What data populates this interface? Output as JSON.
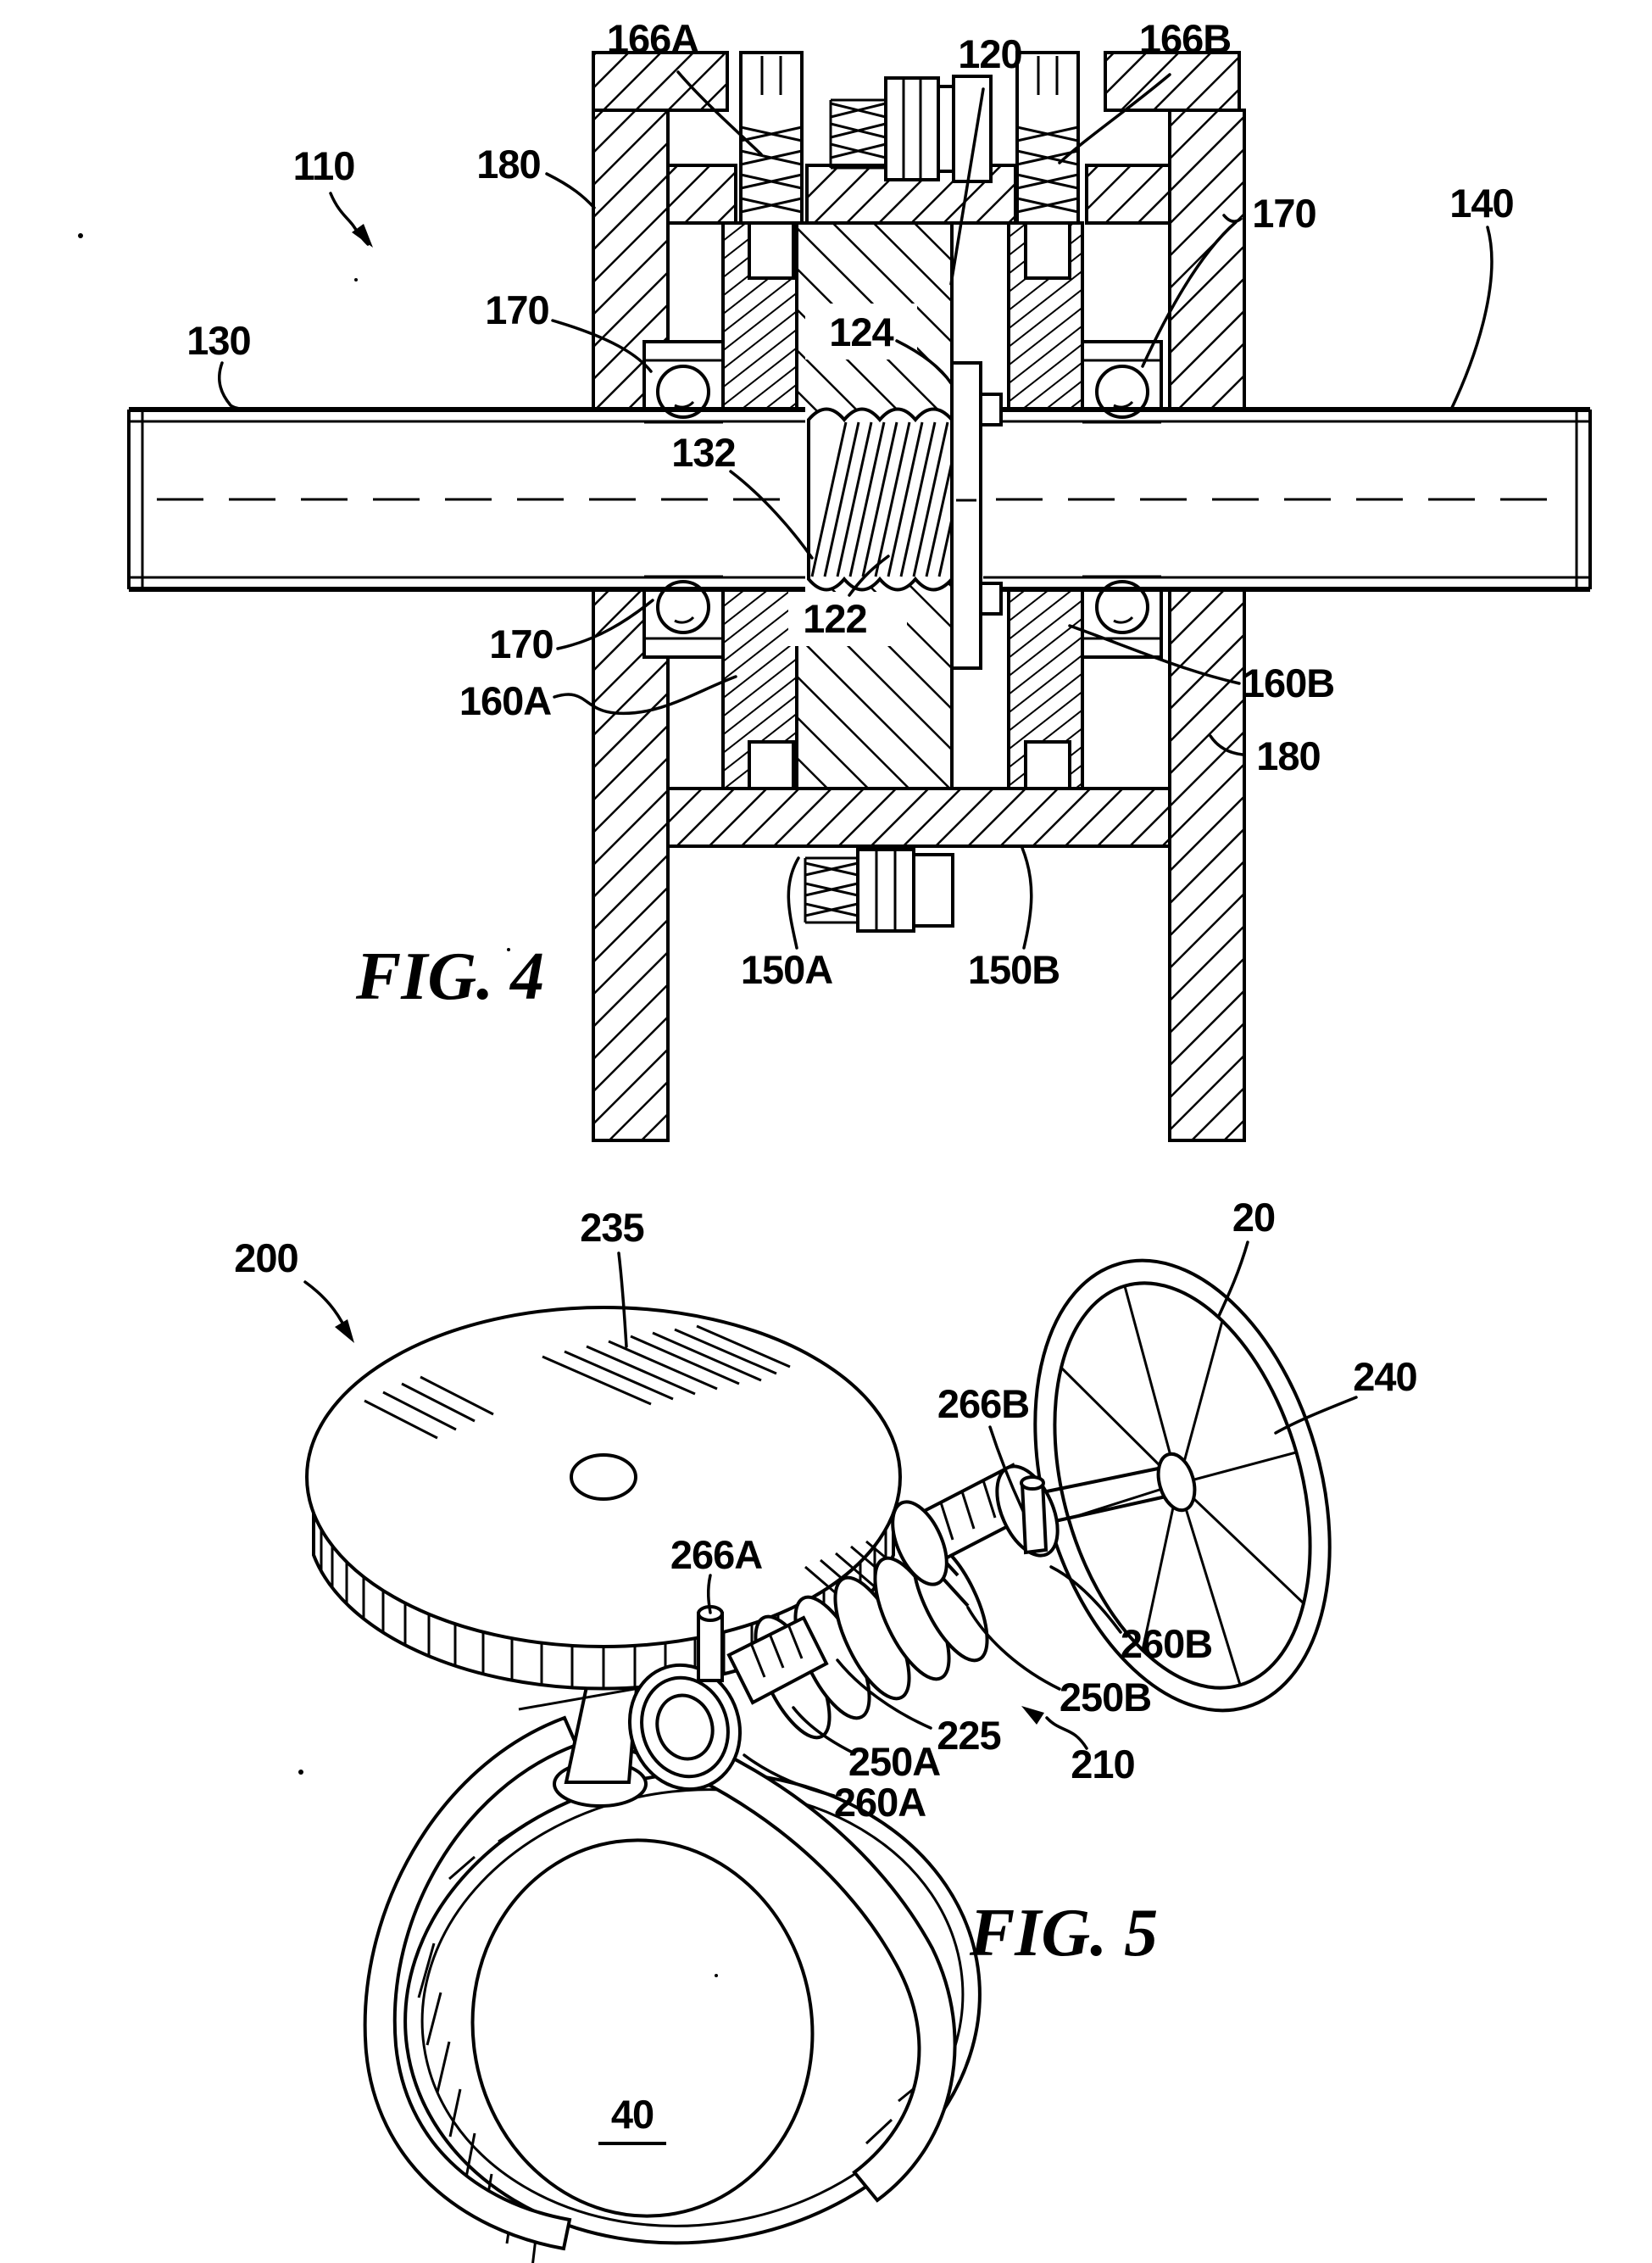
{
  "page": {
    "background": "#ffffff",
    "ink": "#000000"
  },
  "figure4": {
    "caption": "FIG. 4",
    "labels": [
      {
        "id": "166A",
        "text": "166A"
      },
      {
        "id": "120",
        "text": "120"
      },
      {
        "id": "166B",
        "text": "166B"
      },
      {
        "id": "110",
        "text": "110"
      },
      {
        "id": "180-left",
        "text": "180"
      },
      {
        "id": "170-upper-left",
        "text": "170"
      },
      {
        "id": "124",
        "text": "124"
      },
      {
        "id": "130",
        "text": "130"
      },
      {
        "id": "140",
        "text": "140"
      },
      {
        "id": "170-upper-right",
        "text": "170"
      },
      {
        "id": "132",
        "text": "132"
      },
      {
        "id": "122",
        "text": "122"
      },
      {
        "id": "170-lower-left",
        "text": "170"
      },
      {
        "id": "160A",
        "text": "160A"
      },
      {
        "id": "160B",
        "text": "160B"
      },
      {
        "id": "180-right",
        "text": "180"
      },
      {
        "id": "150A",
        "text": "150A"
      },
      {
        "id": "150B",
        "text": "150B"
      }
    ]
  },
  "figure5": {
    "caption": "FIG. 5",
    "labels": [
      {
        "id": "200",
        "text": "200"
      },
      {
        "id": "235",
        "text": "235"
      },
      {
        "id": "20",
        "text": "20"
      },
      {
        "id": "266B",
        "text": "266B"
      },
      {
        "id": "240",
        "text": "240"
      },
      {
        "id": "266A",
        "text": "266A"
      },
      {
        "id": "260B",
        "text": "260B"
      },
      {
        "id": "250B",
        "text": "250B"
      },
      {
        "id": "225",
        "text": "225"
      },
      {
        "id": "210",
        "text": "210"
      },
      {
        "id": "250A",
        "text": "250A"
      },
      {
        "id": "260A",
        "text": "260A"
      },
      {
        "id": "40",
        "text": "40"
      }
    ]
  }
}
